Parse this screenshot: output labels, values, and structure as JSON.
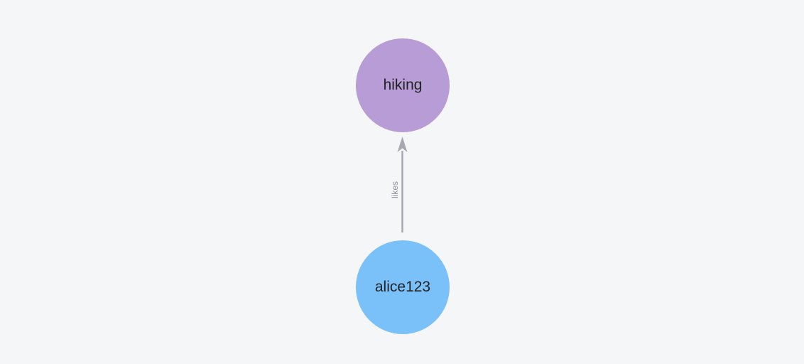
{
  "graph": {
    "nodes": [
      {
        "id": "hiking",
        "label": "hiking"
      },
      {
        "id": "alice123",
        "label": "alice123"
      }
    ],
    "edges": [
      {
        "from": "alice123",
        "to": "hiking",
        "label": "likes",
        "direction": "up"
      }
    ]
  },
  "colors": {
    "background": "#f5f6f7",
    "node_hiking_fill": "#b79cd5",
    "node_alice_fill": "#7bc1f9",
    "edge_stroke": "#a6a9b1",
    "edge_label_text": "#8e939b",
    "node_label_text": "#212326"
  }
}
